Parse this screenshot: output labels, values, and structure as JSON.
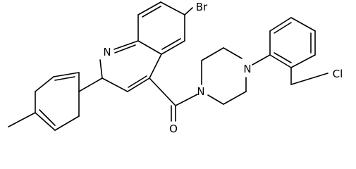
{
  "molecule": {
    "atoms": {
      "bromine": "Br",
      "quinoline_nitrogen": "N",
      "piperazine_n1": "N",
      "piperazine_n4": "N",
      "carbonyl_oxygen": "O",
      "chlorine": "Cl"
    },
    "colors": {
      "ink": "#000000",
      "background": "#ffffff"
    }
  }
}
